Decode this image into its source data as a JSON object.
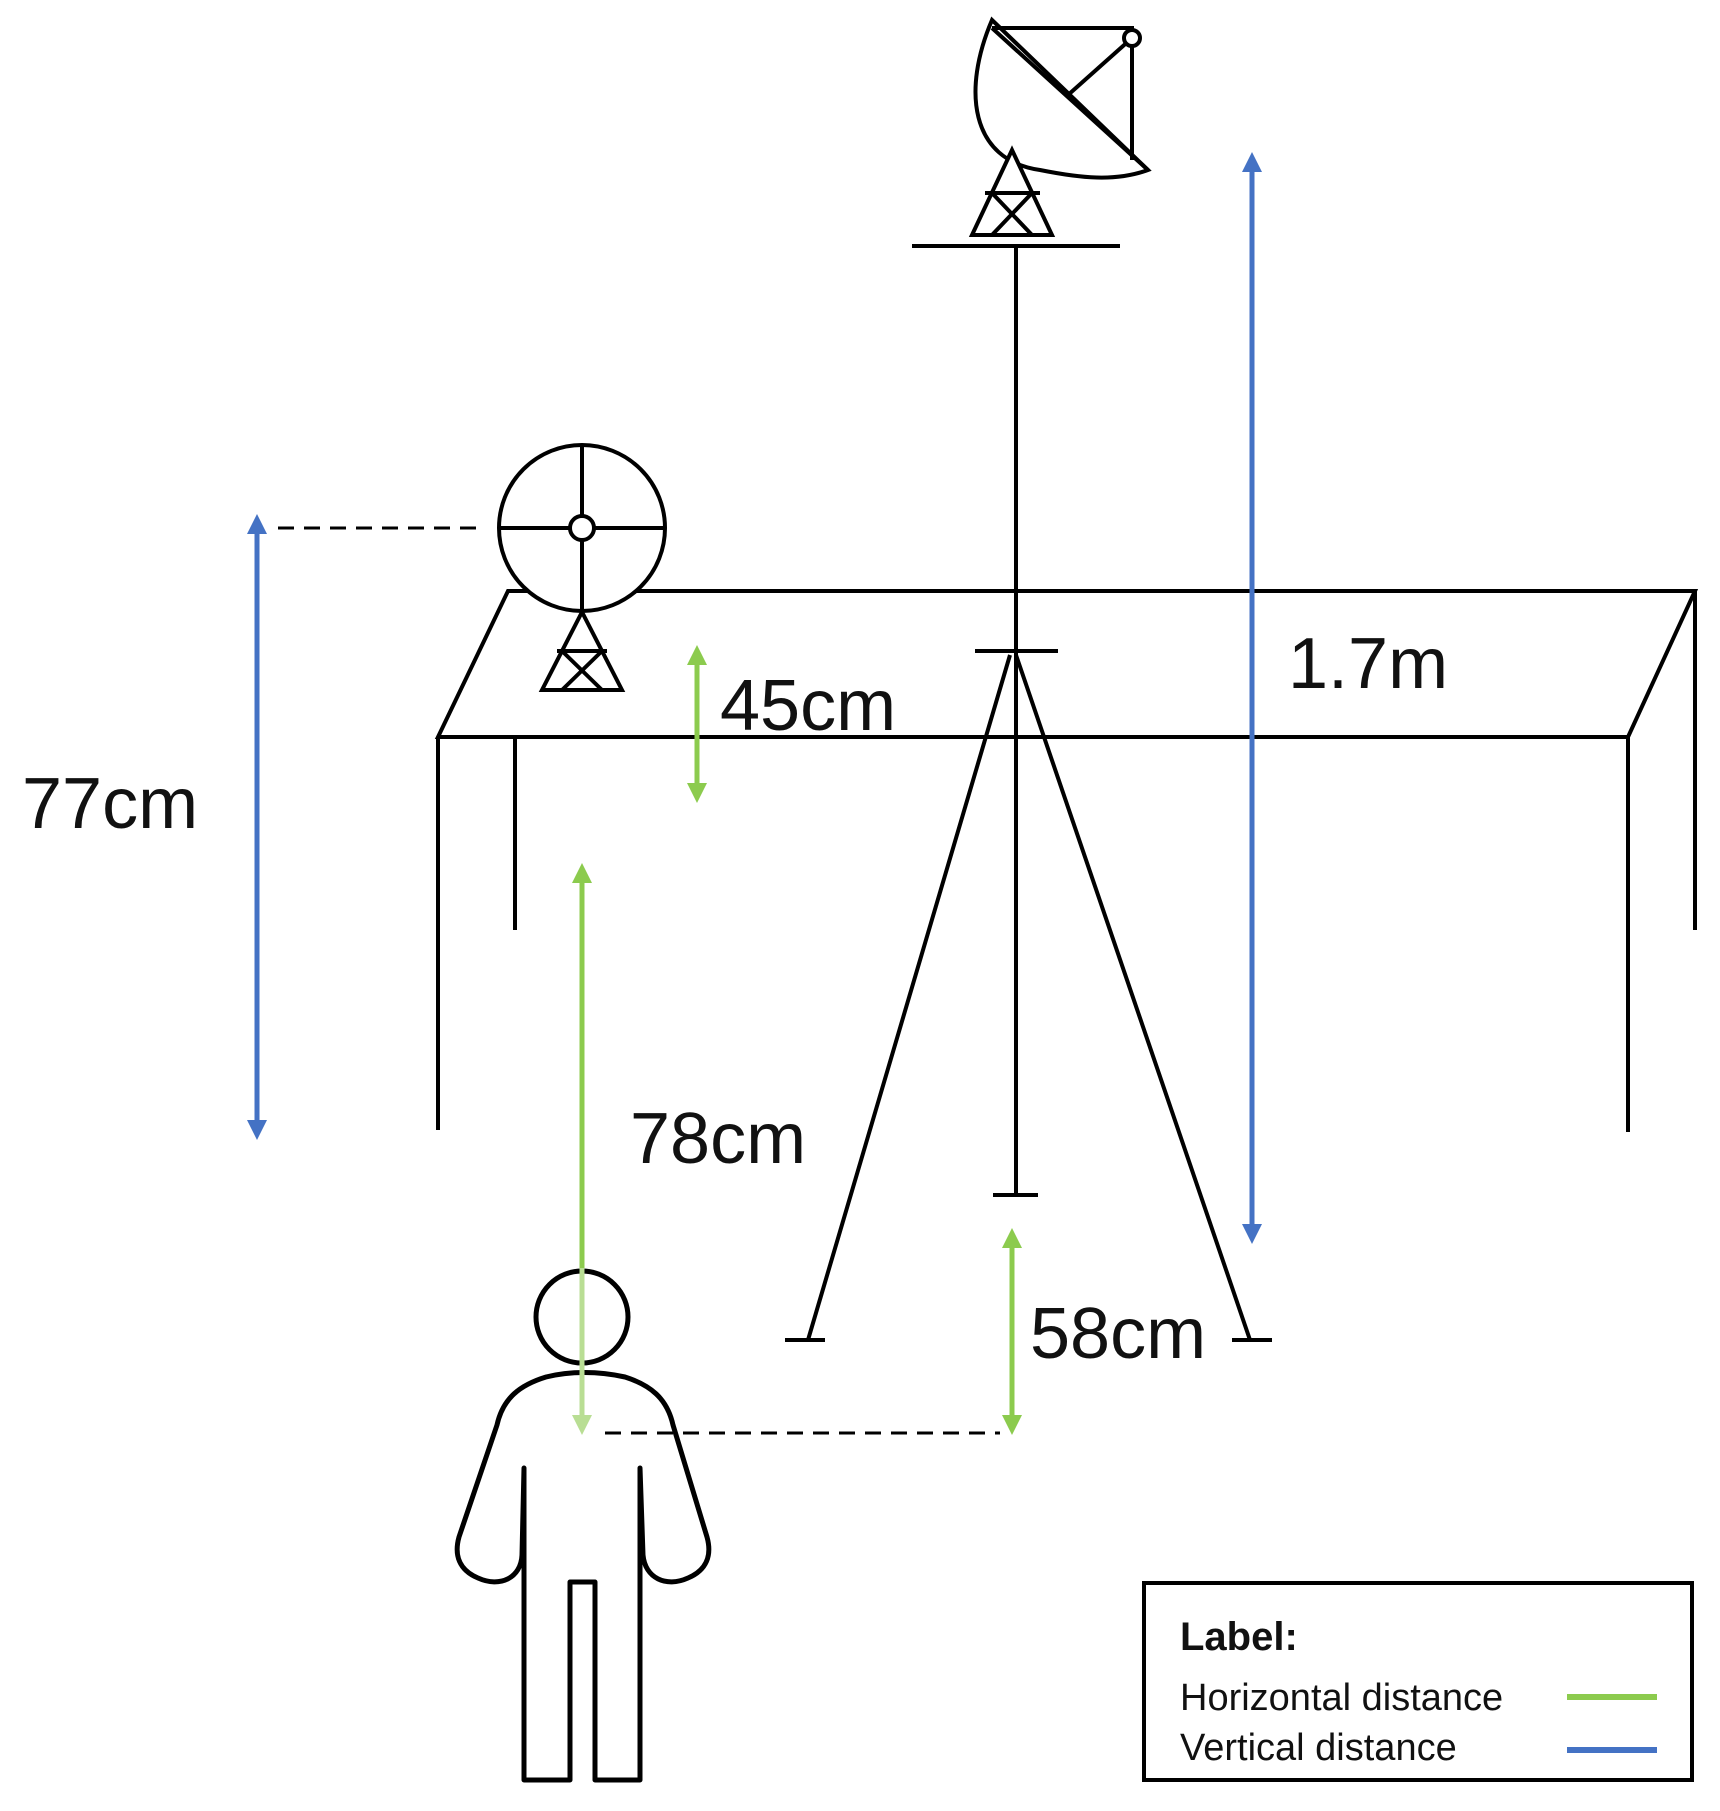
{
  "measurements": {
    "antenna_height": "77cm",
    "table_gap": "45cm",
    "person_to_table": "78cm",
    "tripod_to_person": "58cm",
    "mast_height": "1.7m"
  },
  "legend": {
    "title": "Label:",
    "horizontal": "Horizontal distance",
    "vertical": "Vertical distance"
  },
  "colors": {
    "horizontal": "#8CCB4E",
    "vertical": "#4472C4",
    "line": "#000000"
  },
  "icons": [
    "dish-antenna-icon",
    "reference-antenna-icon",
    "person-icon",
    "tripod-icon",
    "table-icon"
  ]
}
